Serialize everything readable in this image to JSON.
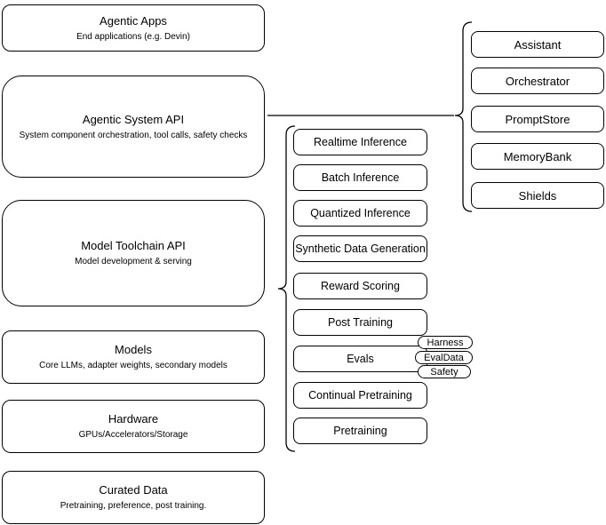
{
  "diagram": {
    "title": "Agentic system architecture diagram",
    "colors": {
      "stroke": "#000000",
      "background": "#ffffff",
      "text": "#000000"
    },
    "left_column": [
      {
        "title": "Agentic Apps",
        "subtitle": "End applications (e.g. Devin)"
      },
      {
        "title": "Agentic System API",
        "subtitle": "System component orchestration, tool calls, safety checks"
      },
      {
        "title": "Model Toolchain API",
        "subtitle": "Model development & serving"
      },
      {
        "title": "Models",
        "subtitle": "Core LLMs, adapter weights, secondary models"
      },
      {
        "title": "Hardware",
        "subtitle": "GPUs/Accelerators/Storage"
      },
      {
        "title": "Curated Data",
        "subtitle": "Pretraining, preference, post training."
      }
    ],
    "toolchain_items": [
      "Realtime Inference",
      "Batch Inference",
      "Quantized Inference",
      "Synthetic Data Generation",
      "Reward Scoring",
      "Post Training",
      "Evals",
      "Continual Pretraining",
      "Pretraining"
    ],
    "eval_tags": [
      "Harness",
      "EvalData",
      "Safety"
    ],
    "system_components": [
      "Assistant",
      "Orchestrator",
      "PromptStore",
      "MemoryBank",
      "Shields"
    ]
  }
}
